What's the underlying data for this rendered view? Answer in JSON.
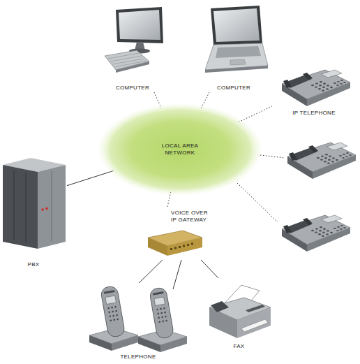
{
  "diagram": {
    "nodes": [
      {
        "text": [
          "COMPUTER"
        ]
      },
      {
        "text": [
          "COMPUTER"
        ]
      },
      {
        "text": [
          "IP TELEPHONE"
        ]
      },
      {
        "text": [
          "LOCAL AREA NETWORK"
        ]
      },
      {
        "text": [
          "PBX"
        ]
      },
      {
        "text": [
          "VOICE OVER IP GATEWAY"
        ]
      },
      {
        "text": [
          "TELEPHONE"
        ]
      },
      {
        "text": [
          "FAX"
        ]
      }
    ],
    "edges": [
      {
        "from": 0,
        "to": 3,
        "arrow": "none"
      },
      {
        "from": 1,
        "to": 3,
        "arrow": "none"
      },
      {
        "from": 3,
        "to": 2,
        "arrow": "none"
      },
      {
        "from": 4,
        "to": 3,
        "arrow": "none"
      },
      {
        "from": 3,
        "to": 5,
        "arrow": "none"
      },
      {
        "from": 5,
        "to": 6,
        "arrow": "none"
      },
      {
        "from": 5,
        "to": 7,
        "arrow": "none"
      }
    ]
  }
}
